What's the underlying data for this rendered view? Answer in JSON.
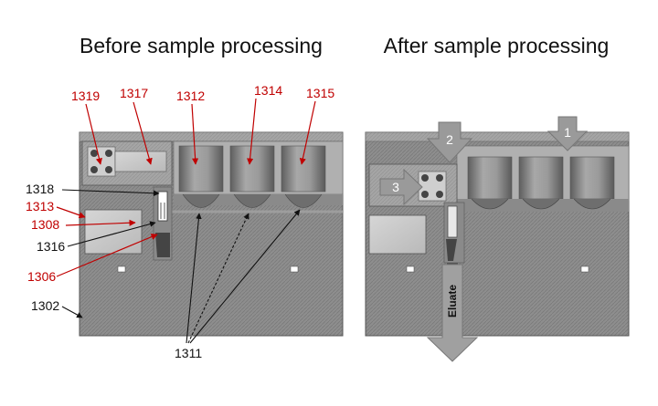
{
  "titles": {
    "before": "Before sample processing",
    "after": "After sample processing"
  },
  "labels": {
    "l1319": "1319",
    "l1317": "1317",
    "l1312": "1312",
    "l1314": "1314",
    "l1315": "1315",
    "l1318": "1318",
    "l1313": "1313",
    "l1308": "1308",
    "l1316": "1316",
    "l1306": "1306",
    "l1302": "1302",
    "l1311": "1311"
  },
  "steps": {
    "one": "1",
    "two": "2",
    "three": "3"
  },
  "eluate": "Eluate",
  "colors": {
    "red_label": "#c00000",
    "black_label": "#111111",
    "body_fill": "#8f8f8f",
    "arrow_fill": "#9a9a9a"
  }
}
